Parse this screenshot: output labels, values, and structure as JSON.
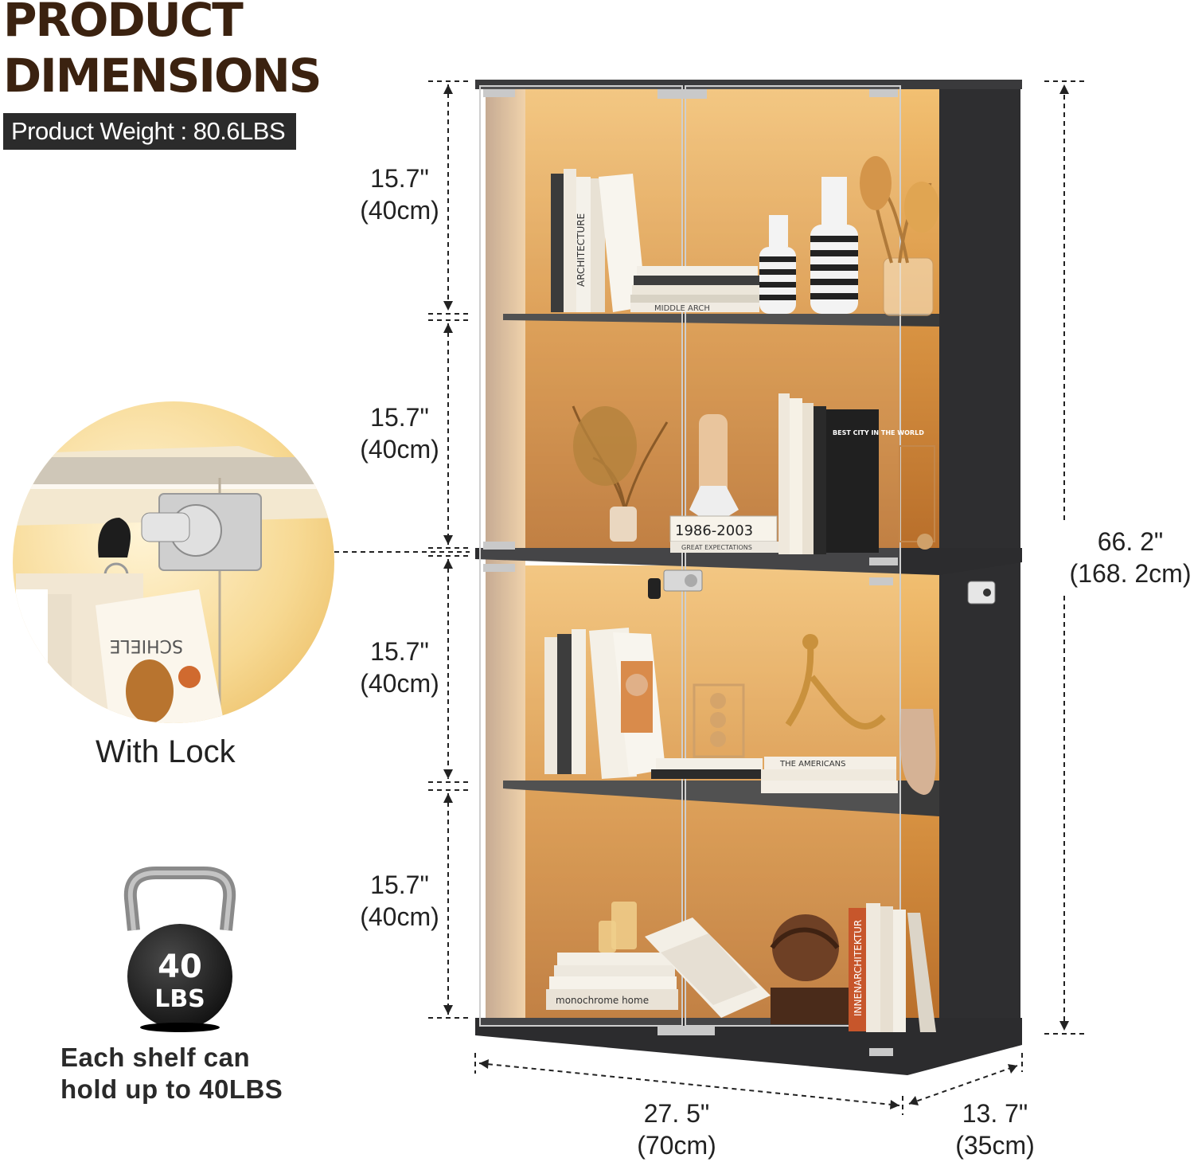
{
  "header": {
    "title_line1": "PRODUCT",
    "title_line2": "DIMENSIONS",
    "weight_label": "Product Weight : 80.6LBS"
  },
  "dimensions": {
    "shelf_heights": [
      {
        "inch": "15.7\"",
        "cm": "(40cm)"
      },
      {
        "inch": "15.7\"",
        "cm": "(40cm)"
      },
      {
        "inch": "15.7\"",
        "cm": "(40cm)"
      },
      {
        "inch": "15.7\"",
        "cm": "(40cm)"
      }
    ],
    "total_height": {
      "inch": "66. 2\"",
      "cm": "(168. 2cm)"
    },
    "width": {
      "inch": "27. 5\"",
      "cm": "(70cm)"
    },
    "depth": {
      "inch": "13. 7\"",
      "cm": "(35cm)"
    }
  },
  "lock": {
    "caption": "With Lock",
    "book_title": "SCHIELE"
  },
  "kettlebell": {
    "value": "40",
    "unit": "LBS"
  },
  "shelf_capacity": {
    "line1": "Each shelf can",
    "line2": "hold up to 40LBS"
  },
  "books": {
    "architecture": "ARCHITECTURE",
    "middle_arch": "MIDDLE ARCH",
    "dates": "1986-2003",
    "expectations": "GREAT EXPECTATIONS",
    "best_city": "BEST CITY IN THE WORLD",
    "americans": "THE AMERICANS",
    "innenarchitektur": "INNENARCHITEKTUR",
    "monochrome": "monochrome home"
  },
  "colors": {
    "brand_brown": "#3b2210",
    "cabinet_black": "#2e2e30",
    "interior_glow": "#e0a352",
    "badge_bg": "#2b2b2b"
  }
}
